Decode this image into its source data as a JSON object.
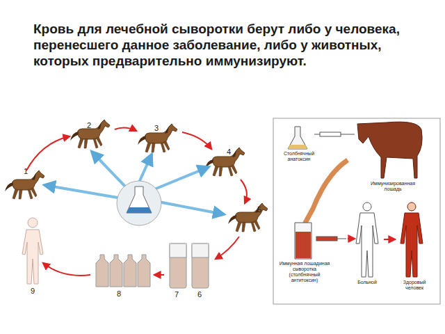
{
  "diagram": {
    "title": "Кровь для лечебной сыворотки берут либо у человека, перенесшего данное заболевание, либо у животных, которых предварительно иммунизируют.",
    "labels": [
      "1",
      "2",
      "3",
      "4",
      "5",
      "7",
      "6",
      "8",
      "9",
      "Столбнячный анатоксин",
      "Иммунизированная лошадь",
      "Иммунная лошадиная сыворотка (столбнячный антитоксин)",
      "Больной",
      "Здоровый человек"
    ]
  }
}
